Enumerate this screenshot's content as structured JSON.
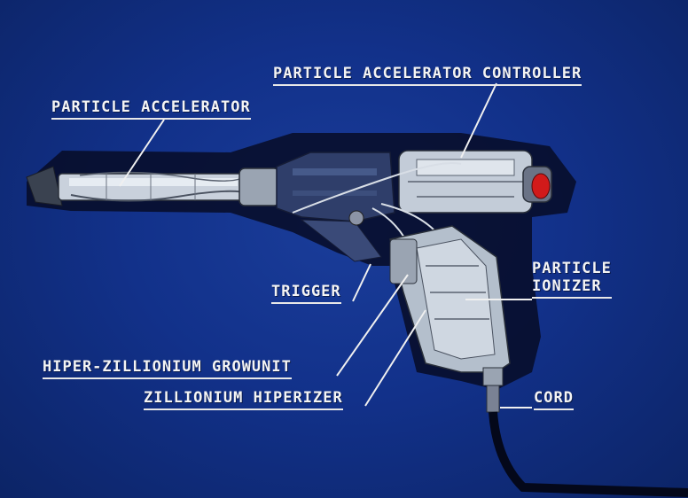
{
  "diagram": {
    "labels": {
      "particle_accelerator_controller": "PARTICLE ACCELERATOR CONTROLLER",
      "particle_accelerator": "PARTICLE ACCELERATOR",
      "particle_ionizer_line1": "PARTICLE",
      "particle_ionizer_line2": "IONIZER",
      "trigger": "TRIGGER",
      "hiper_zillionium_growunit": "HIPER-ZILLIONIUM GROWUNIT",
      "zillionium_hiperizer": "ZILLIONIUM HIPERIZER",
      "cord": "CORD"
    },
    "colors": {
      "background": "#12318a",
      "label": "#f4f4f4",
      "device_body": "#b9c3cf",
      "device_shadow": "#0a1030",
      "emitter_red": "#d21a1a"
    }
  }
}
